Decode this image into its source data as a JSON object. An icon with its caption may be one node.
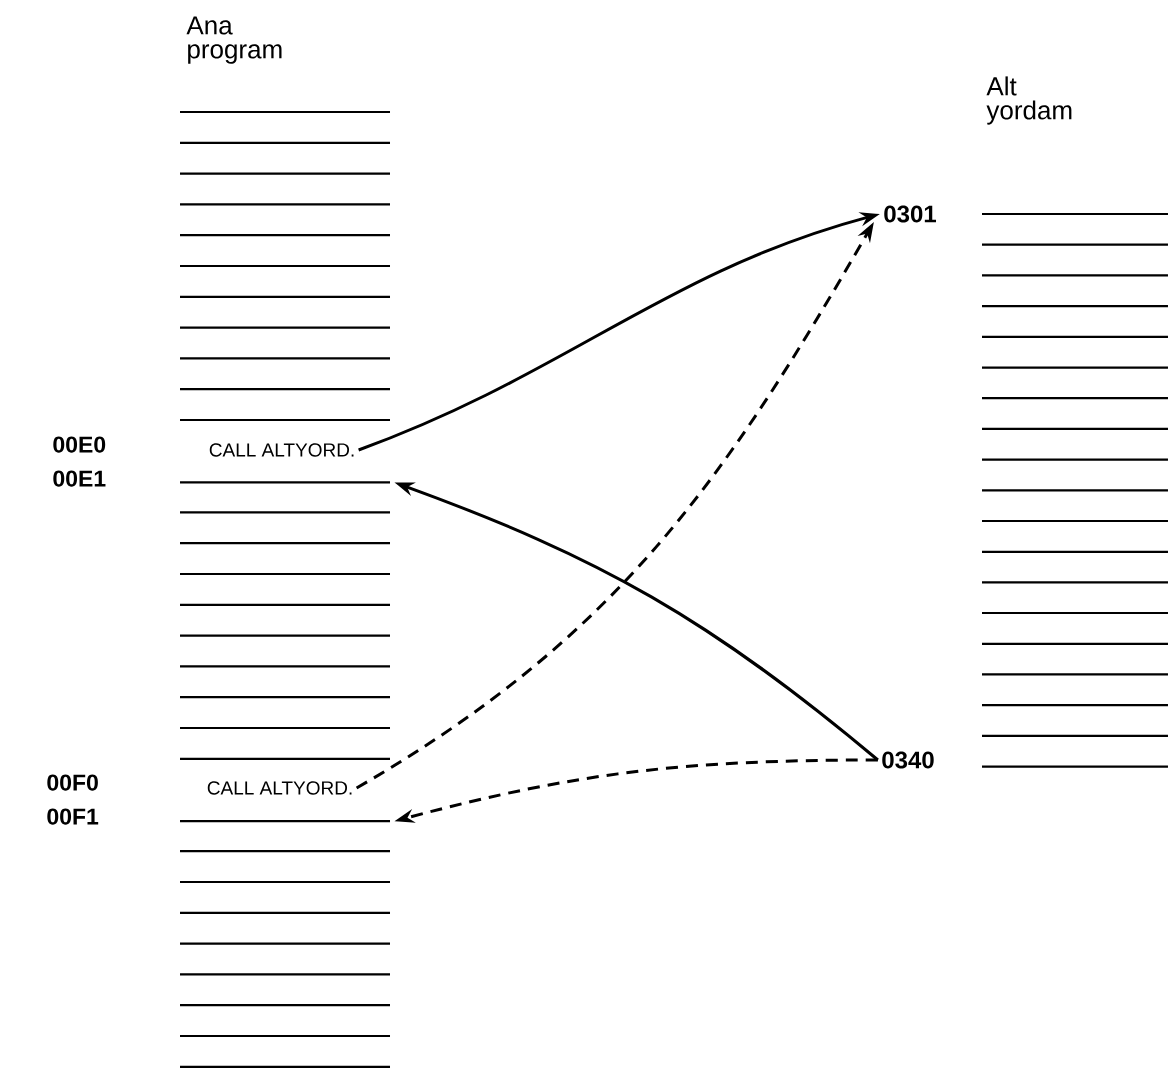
{
  "diagram": {
    "nodes": [
      {
        "text": [
          "CALL ALTYORD."
        ]
      },
      {
        "text": [
          "CALL ALTYORD."
        ]
      },
      {
        "text": [
          "0301"
        ]
      },
      {
        "text": [
          "0340"
        ]
      },
      {
        "text": [],
        "shape": "bar"
      },
      {
        "text": [],
        "shape": "bar"
      }
    ],
    "edges": [
      {
        "from": 0,
        "to": 2,
        "arrow": "to"
      },
      {
        "from": 3,
        "to": 4,
        "arrow": "to"
      },
      {
        "from": 1,
        "to": 2,
        "arrow": "to",
        "style": "dashed"
      },
      {
        "from": 3,
        "to": 5,
        "arrow": "to",
        "style": "dashed"
      }
    ],
    "labels": [
      "Ana program",
      "Alt yordam",
      "00E0",
      "00E1",
      "00F0",
      "00F1"
    ]
  }
}
